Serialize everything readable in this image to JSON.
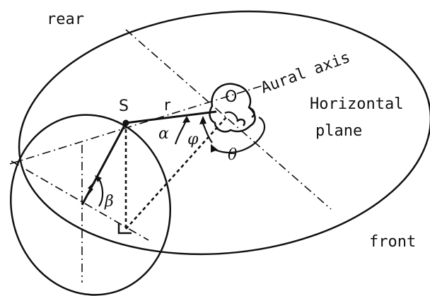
{
  "labels": {
    "rear": "rear",
    "front": "front",
    "aural_axis": "Aural axis",
    "horizontal_plane_line1": "Horizontal",
    "horizontal_plane_line2": "plane",
    "source": "S",
    "origin": "O",
    "distance": "r",
    "alpha": "α",
    "beta": "β",
    "phi": "φ",
    "theta": "θ"
  }
}
